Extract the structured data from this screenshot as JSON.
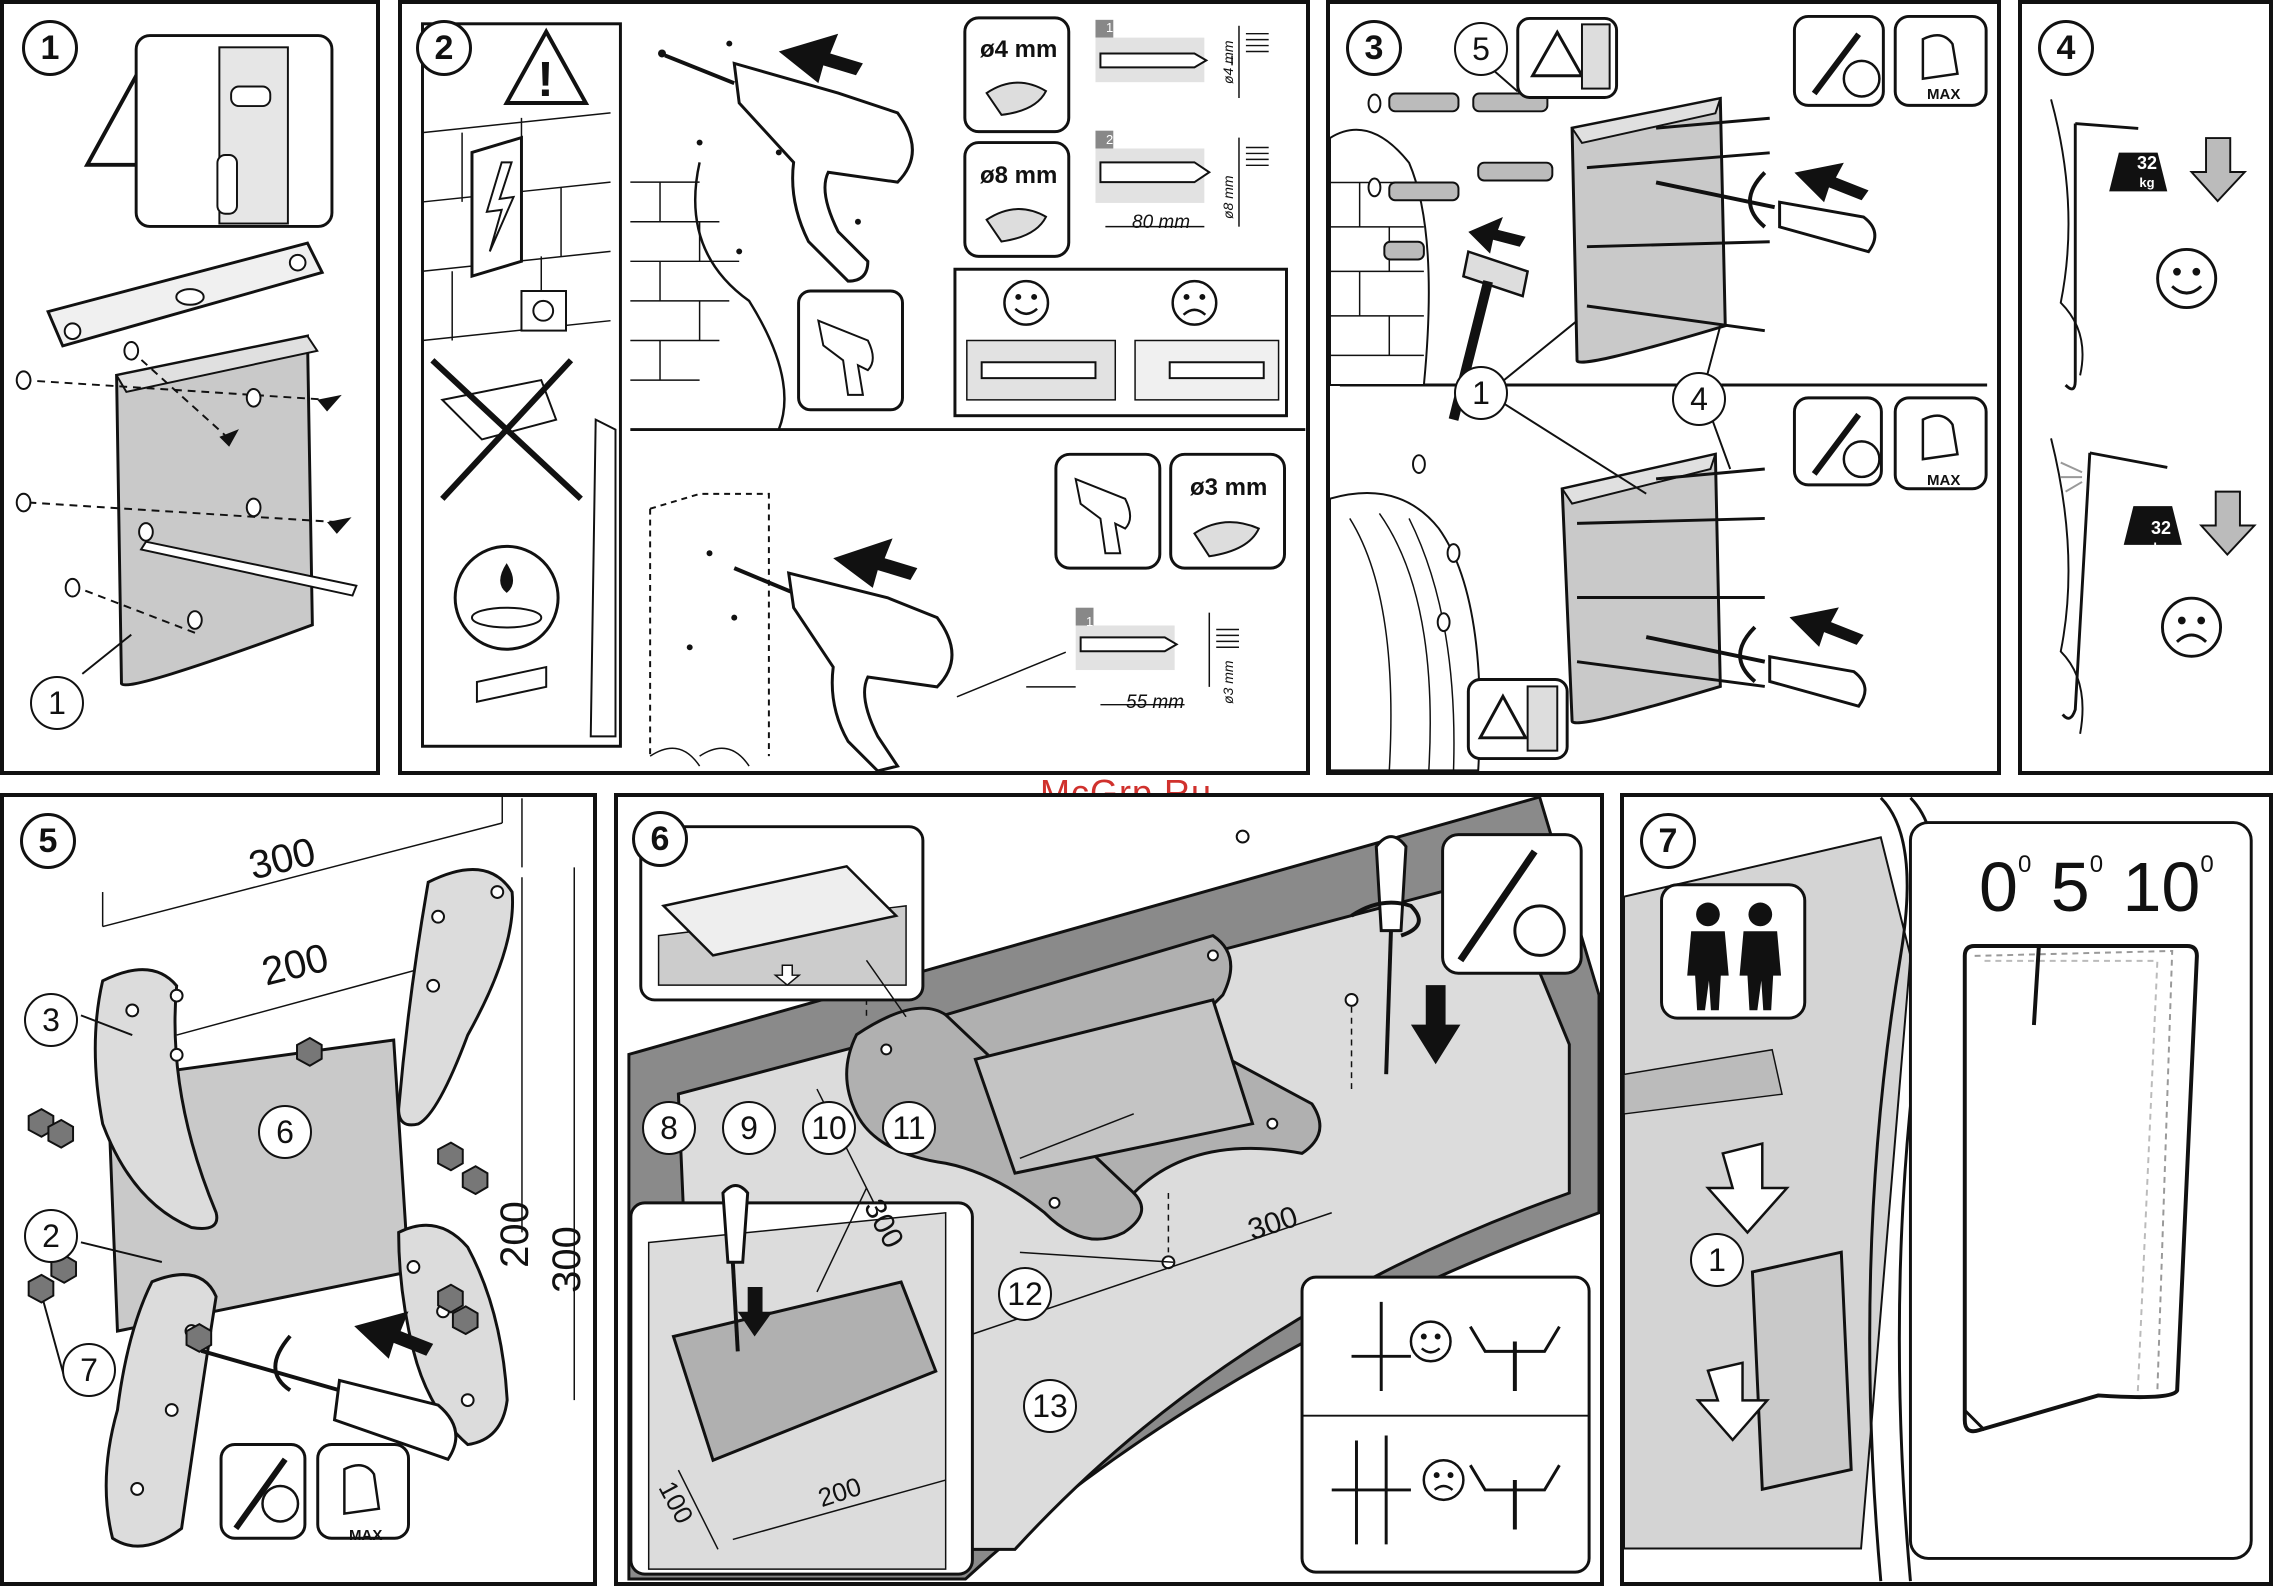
{
  "steps": [
    {
      "id": "1",
      "callouts": [
        "1"
      ]
    },
    {
      "id": "2",
      "drill_bits": [
        "ø4 mm",
        "ø8 mm",
        "ø3 mm"
      ],
      "depths": [
        "80 mm",
        "55 mm"
      ],
      "diameter_labels": [
        "ø4 mm",
        "ø8 mm",
        "ø3 mm"
      ],
      "substeps": [
        "1",
        "2",
        "1"
      ]
    },
    {
      "id": "3",
      "callouts": [
        "5",
        "1",
        "4"
      ],
      "labels": [
        "MAX",
        "MAX"
      ]
    },
    {
      "id": "4",
      "weights": [
        "32",
        "kg",
        "32",
        "kg"
      ]
    },
    {
      "id": "5",
      "dims": [
        "300",
        "200",
        "200",
        "300"
      ],
      "callouts": [
        "3",
        "6",
        "2",
        "7"
      ],
      "labels": [
        "MAX"
      ]
    },
    {
      "id": "6",
      "callouts": [
        "8",
        "9",
        "10",
        "11",
        "12",
        "13"
      ],
      "dims": [
        "300",
        "300",
        "200",
        "100"
      ]
    },
    {
      "id": "7",
      "callouts": [
        "1"
      ],
      "angles": [
        "0",
        "0",
        "5",
        "0",
        "10",
        "0"
      ]
    }
  ],
  "watermark": "McGrp.Ru",
  "colors": {
    "stroke": "#111111",
    "plate": "#c9c9c9",
    "watermark": "#d0312d"
  }
}
